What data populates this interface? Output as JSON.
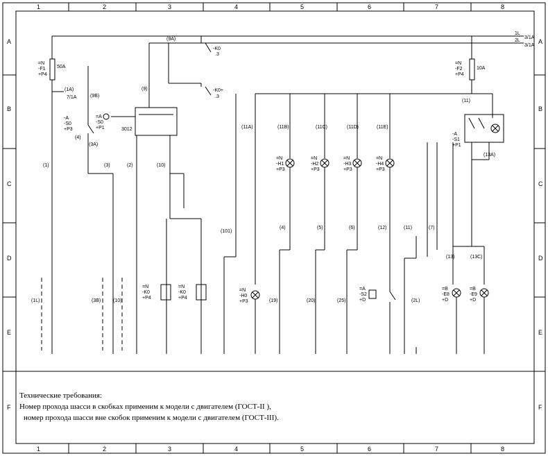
{
  "frame": {
    "columns": [
      "1",
      "2",
      "3",
      "4",
      "5",
      "6",
      "7",
      "8"
    ],
    "rows": [
      "A",
      "B",
      "C",
      "D",
      "E",
      "F"
    ]
  },
  "bus": {
    "l1": "1L",
    "l1_ref": "3/1A",
    "l2": "2L",
    "l2_ref": "3/1A"
  },
  "labels": {
    "f1": [
      "=N",
      "-F1",
      "+P4"
    ],
    "f1_rating": "50A",
    "f2": [
      "=N",
      "-F2",
      "+P4"
    ],
    "f2_rating": "10A",
    "ref_7_1a": "7/1A",
    "wire_1a": "(1A)",
    "s0": [
      "=A",
      "-S0",
      "+P1"
    ],
    "s0b": [
      "-A",
      "-S0",
      "+P3"
    ],
    "k0": "-K0",
    "k0_num": ".3",
    "k0_val": "(9A)",
    "k01": "-K0+",
    "k01_num": ".3",
    "hlamp": "3012",
    "s1": [
      "-A",
      "-S1",
      "+P1"
    ],
    "h1": [
      "=N",
      "-H1",
      "+P3"
    ],
    "h2": [
      "=N",
      "-H2",
      "+P3"
    ],
    "h3": [
      "=N",
      "-H3",
      "+P3"
    ],
    "h4": [
      "=N",
      "-H4",
      "+P3"
    ],
    "h0": [
      "=N",
      "-H0",
      "+P3"
    ],
    "k0c": [
      "=N",
      "-K0",
      "+P4"
    ],
    "k0d": [
      "=N",
      "-K0",
      "+P4"
    ],
    "s2": [
      "=A",
      "-S2",
      "+D"
    ],
    "e8": [
      "=B",
      "-E8",
      "+D"
    ],
    "e9": [
      "=B",
      "-E9",
      "+D"
    ],
    "w1": "(1)",
    "w3": "(3)",
    "w2": "(2)",
    "w10": "(10)",
    "w9": "(9)",
    "w9b": "(9B)",
    "w3a": "(3A)",
    "w4": "(4)",
    "w11a": "(11A)",
    "w11b": "(11B)",
    "w11c": "(11C)",
    "w11d": "(11D)",
    "w11e": "(11E)",
    "w101": "(101)",
    "w4b": "(4)",
    "w5": "(5)",
    "w6": "(6)",
    "w12": "(12)",
    "w11": "(11)",
    "w7": "(7)",
    "w13": "(13)",
    "w13c": "(13C)",
    "w13a": "(13A)",
    "w11top": "(11)",
    "w1l": "(1L)",
    "w3b": "(3B)",
    "w10b": "(10)",
    "w19": "(19)",
    "w20": "(20)",
    "w25": "(25)",
    "w2l": "(2L)"
  },
  "notes": {
    "title": "Технические требования:",
    "line1": "Номер прохода шасси в скобках применим к модели с двигателем (ГОСТ-II ),",
    "line2": "номер прохода шасси вне скобок применим к модели с двигателем (ГОСТ-III)."
  }
}
